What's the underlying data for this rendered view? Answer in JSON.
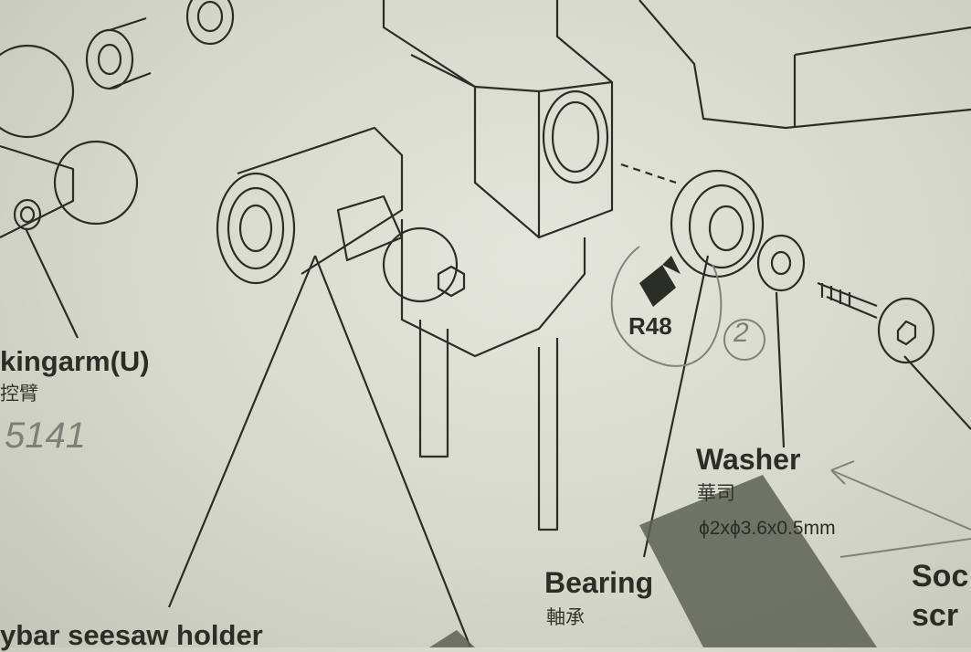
{
  "labels": {
    "rocking_arm": "kingarm(U)",
    "rocking_arm_cn": "控臂",
    "rocking_arm_handwritten": "5141",
    "seesaw_holder": "ybar seesaw holder",
    "part_code": "R48",
    "part_code_handwritten": "2",
    "washer": "Washer",
    "washer_cn": "華司",
    "washer_spec": "ϕ2xϕ3.6x0.5mm",
    "bearing": "Bearing",
    "bearing_cn": "軸承",
    "socket_screw_line1": "Soc",
    "socket_screw_line2": "scr"
  },
  "colors": {
    "paper": "#d6d8cc",
    "ink": "#2b2d27",
    "tape": "#5d6256",
    "pencil": "#80837b"
  }
}
